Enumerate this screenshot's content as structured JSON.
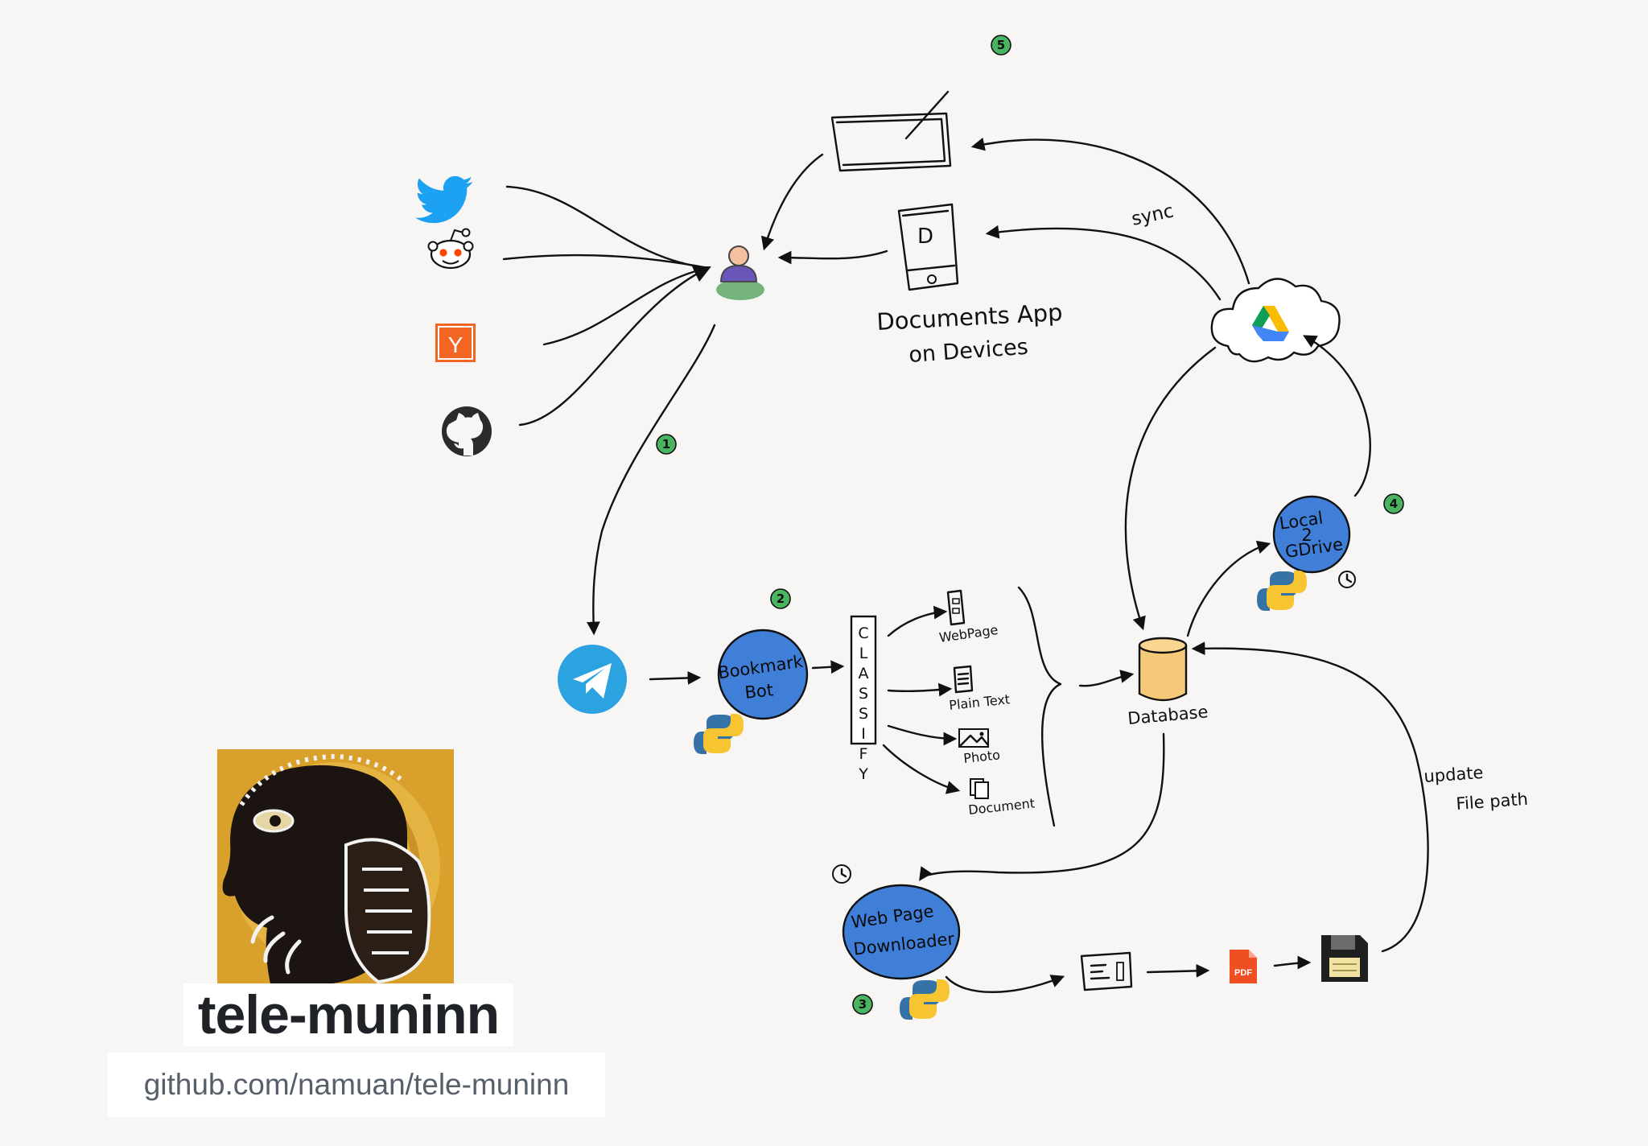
{
  "sources": [
    {
      "name": "twitter",
      "icon": "twitter-icon",
      "color": "#1da1f2"
    },
    {
      "name": "reddit",
      "icon": "reddit-icon",
      "color": "#ff4500"
    },
    {
      "name": "hacker-news",
      "icon": "hacker-news-icon",
      "color": "#f26522",
      "glyph": "Y"
    },
    {
      "name": "github",
      "icon": "github-icon",
      "color": "#2b2b2b"
    }
  ],
  "nodes": {
    "devices_label_line1": "Documents App",
    "devices_label_line2": "on Devices",
    "sync_label": "sync",
    "bookmark_bot_line1": "Bookmark",
    "bookmark_bot_line2": "Bot",
    "classify_label": "CLASSIFY",
    "database_label": "Database",
    "local2gdrive_line1": "Local",
    "local2gdrive_line2": "2",
    "local2gdrive_line3": "GDrive",
    "downloader_line1": "Web Page",
    "downloader_line2": "Downloader",
    "update_line1": "update",
    "update_line2": "File path",
    "pdf_label": "PDF",
    "phone_glyph": "D"
  },
  "categories": [
    "WebPage",
    "Plain Text",
    "Photo",
    "Document"
  ],
  "steps": [
    "1",
    "2",
    "3",
    "4",
    "5"
  ],
  "brand": {
    "title": "tele-muninn",
    "url": "github.com/namuan/tele-muninn"
  },
  "colors": {
    "background": "#f7f6f5",
    "node_blue": "#3f7fd8",
    "step_green": "#4ab461",
    "database_fill": "#f5c977",
    "telegram_blue": "#2aa3e0",
    "logo_gold": "#d9a12b"
  }
}
